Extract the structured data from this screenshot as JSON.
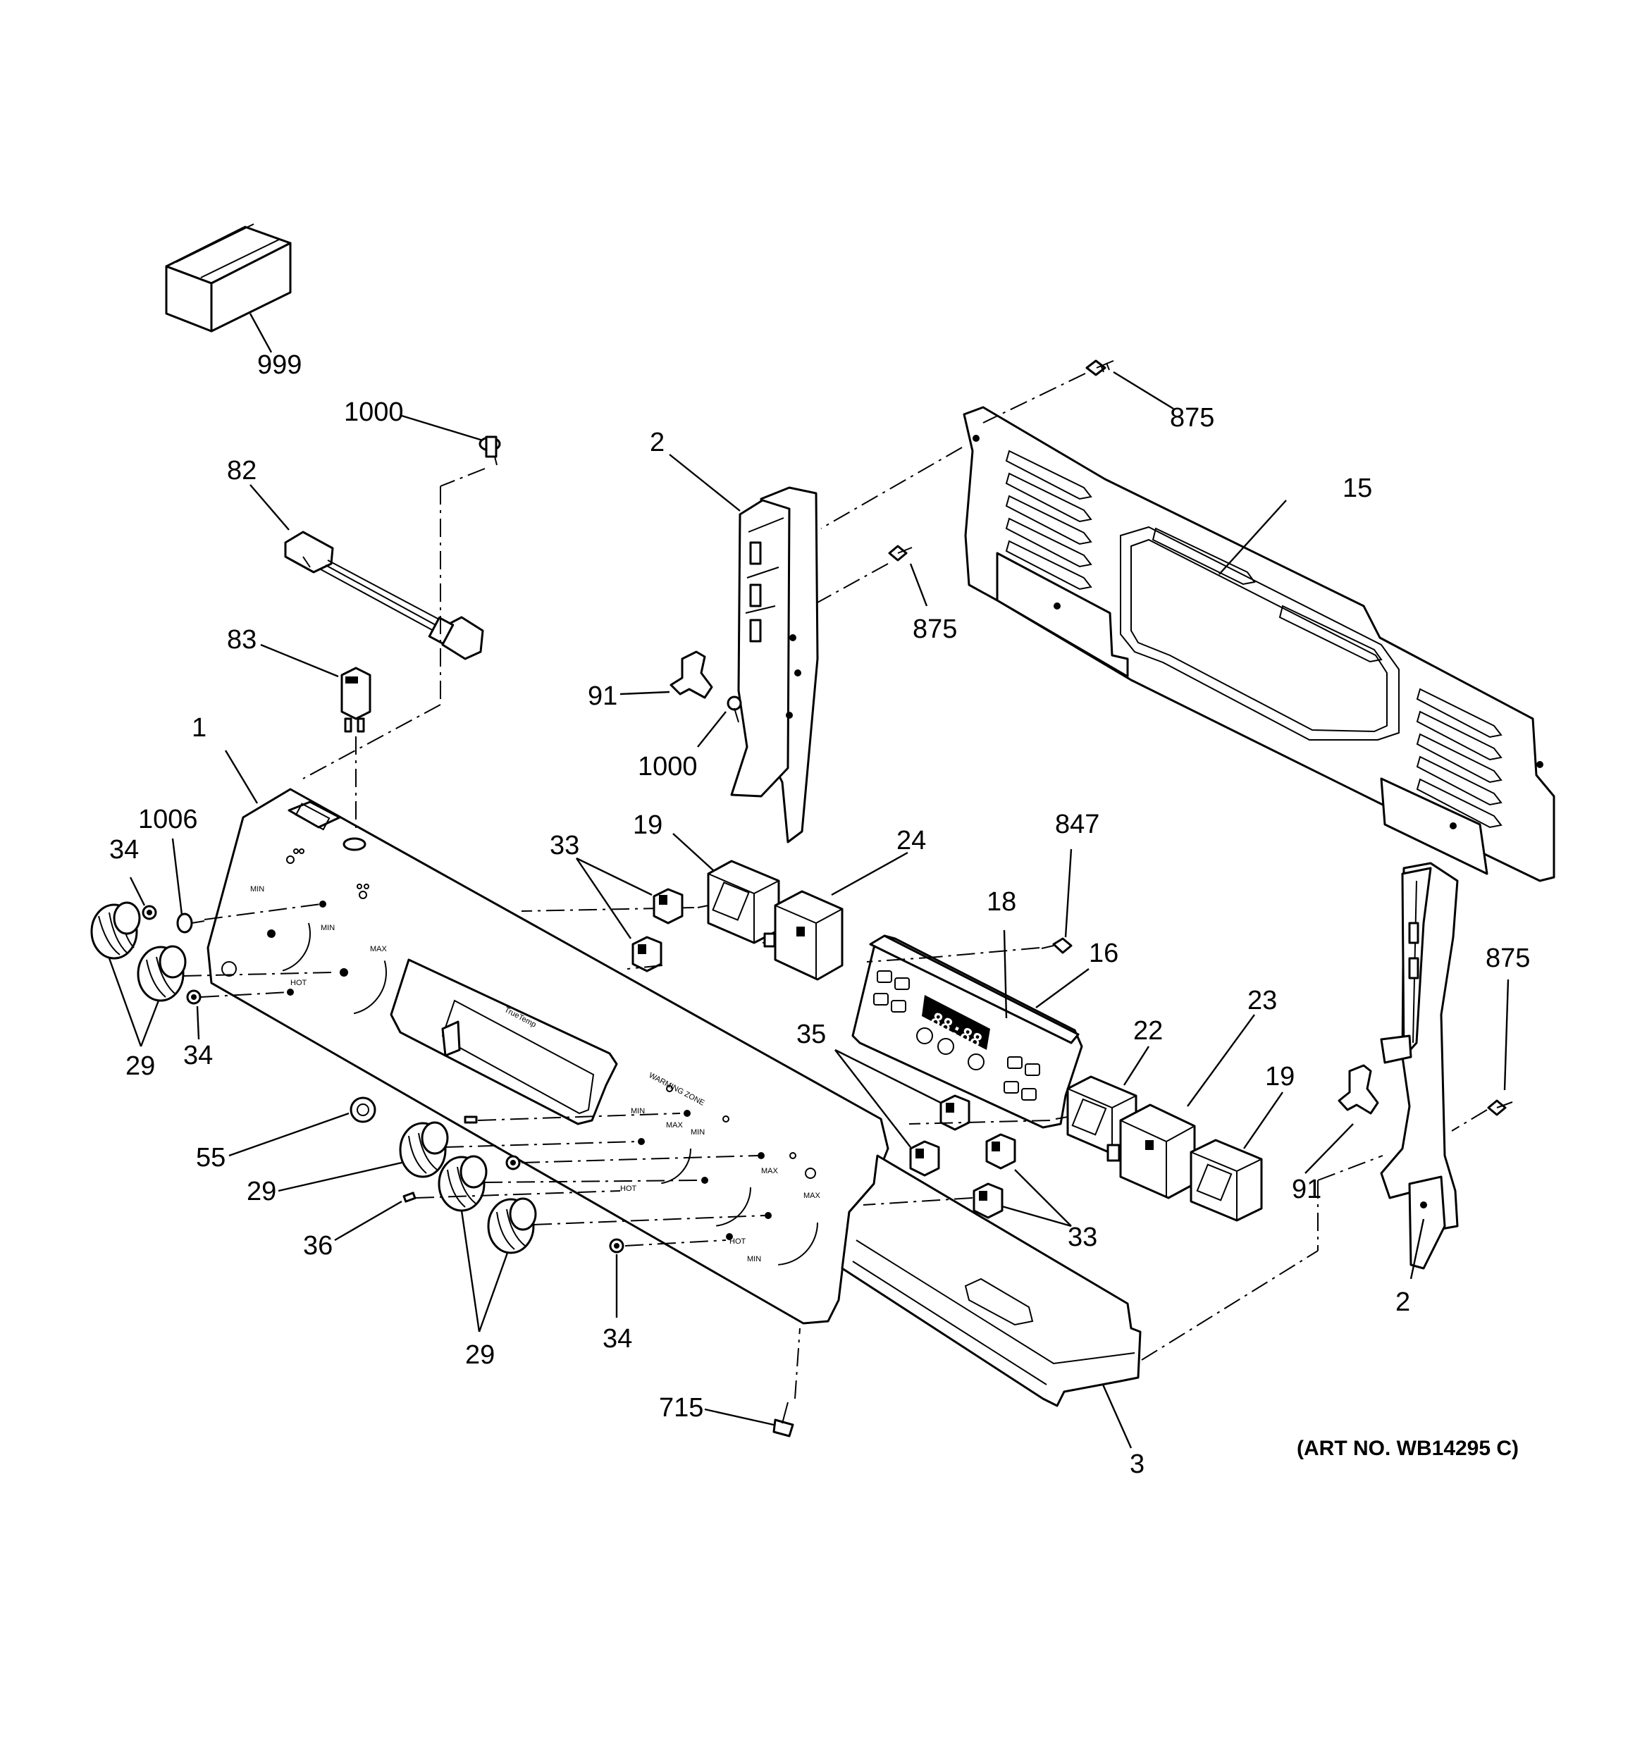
{
  "labels": {
    "l999": "999",
    "l1000a": "1000",
    "l82": "82",
    "l83": "83",
    "l1": "1",
    "l1006": "1006",
    "l34a": "34",
    "l34b": "34",
    "l34c": "34",
    "l29a": "29",
    "l29b": "29",
    "l29c": "29",
    "l55": "55",
    "l36": "36",
    "l715": "715",
    "l3": "3",
    "l2a": "2",
    "l2b": "2",
    "l91a": "91",
    "l91b": "91",
    "l1000b": "1000",
    "l875a": "875",
    "l875b": "875",
    "l875c": "875",
    "l15": "15",
    "l33a": "33",
    "l33b": "33",
    "l19a": "19",
    "l19b": "19",
    "l24": "24",
    "l847": "847",
    "l18": "18",
    "l16": "16",
    "l35": "35",
    "l22": "22",
    "l23": "23"
  },
  "panel_text": {
    "min": "MIN",
    "max": "MAX",
    "hot": "HOT",
    "warming_zone": "WARMING ZONE",
    "truetemp": "TrueTemp"
  },
  "clock_display": "88:88",
  "art_no": "(ART NO. WB14295 C)"
}
